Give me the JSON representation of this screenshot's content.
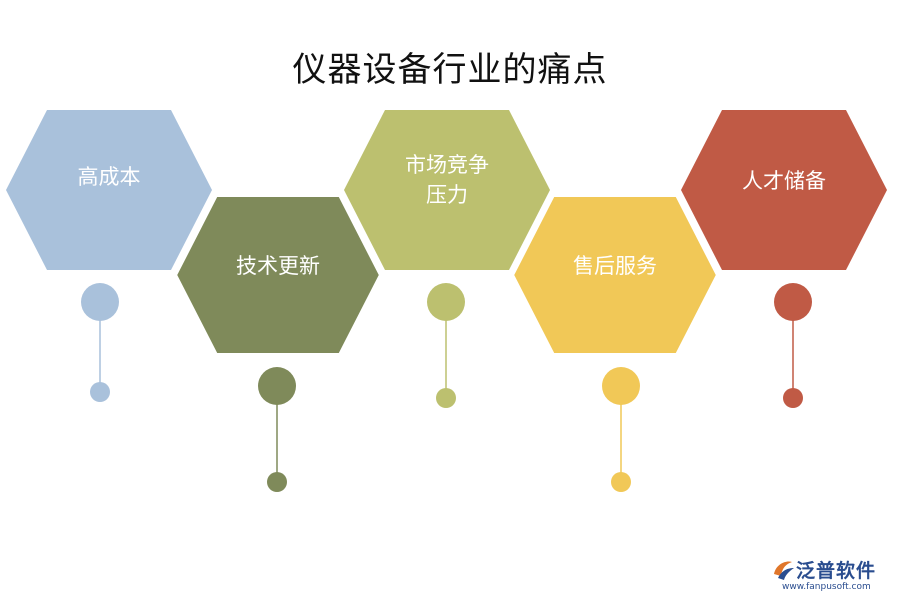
{
  "title": "仪器设备行业的痛点",
  "items": [
    {
      "label": "高成本",
      "color": "#A9C1DB"
    },
    {
      "label": "技术更新",
      "color": "#7F8A5A"
    },
    {
      "label": "市场竞争\n压力",
      "color": "#BCC06F"
    },
    {
      "label": "售后服务",
      "color": "#F1C857"
    },
    {
      "label": "人才储备",
      "color": "#C05A45"
    }
  ],
  "logo": {
    "brand": "泛普软件",
    "url": "www.fanpusoft.com"
  }
}
